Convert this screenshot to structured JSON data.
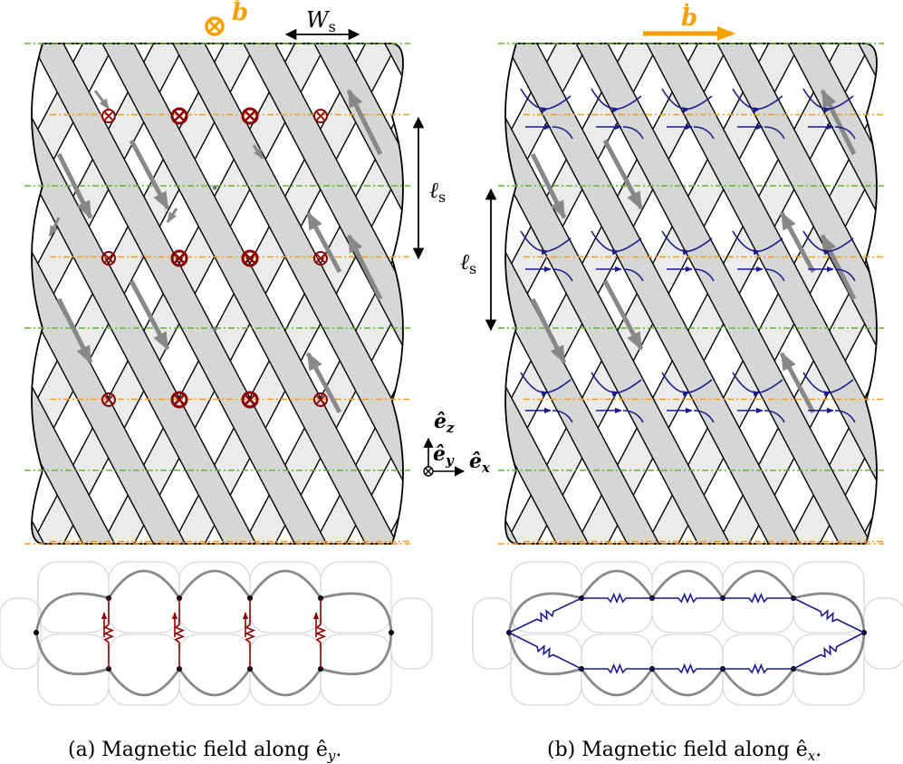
{
  "panel_a": {
    "field_symbol": "ḃ",
    "width_label_main": "W",
    "width_label_sub": "s",
    "length_label_main": "ℓ",
    "length_label_sub": "s",
    "caption": "(a) Magnetic field along ê",
    "caption_sub": "y",
    "caption_end": "."
  },
  "panel_b": {
    "field_symbol": "ḃ",
    "length_label_main": "ℓ",
    "length_label_sub": "s",
    "caption": "(b) Magnetic field along ê",
    "caption_sub": "x",
    "caption_end": "."
  },
  "axes": {
    "ez_main": "ê",
    "ez_sub": "z",
    "ey_main": "ê",
    "ey_sub": "y",
    "ex_main": "ê",
    "ex_sub": "x"
  },
  "colors": {
    "strand_fill": "#d6d6d6",
    "strand_light": "#ebebeb",
    "field_orange": "#f5a000",
    "pitch_green": "#5cb82a",
    "pitch_orange": "#f39b1d",
    "current_red": "#8b0000",
    "loop_blue": "#1a1a8c",
    "arrow_gray": "#888888"
  },
  "icons": {
    "into_page": "circle-cross-icon",
    "current_arrow": "arrow-icon",
    "resistor": "resistor-icon"
  }
}
